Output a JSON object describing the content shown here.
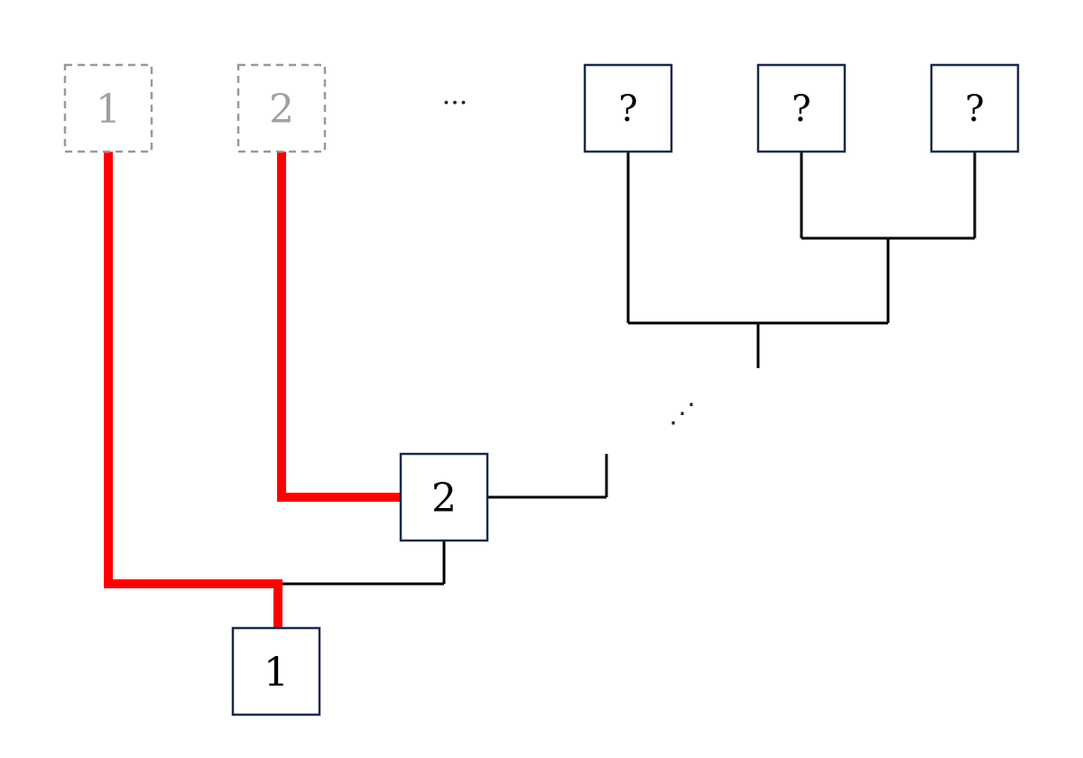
{
  "colors": {
    "highlight": "#ff0000",
    "box_border": "#1a2a4a",
    "ghost_border": "#999999",
    "ghost_text": "#a0a0a0",
    "line": "#000000"
  },
  "diagram": {
    "ghost_nodes": [
      {
        "label": "1"
      },
      {
        "label": "2"
      }
    ],
    "top_ellipsis": "···",
    "unknown_nodes": [
      {
        "label": "?"
      },
      {
        "label": "?"
      },
      {
        "label": "?"
      }
    ],
    "diagonal_ellipsis": "⋰",
    "node_2": {
      "label": "2"
    },
    "node_1": {
      "label": "1"
    }
  }
}
